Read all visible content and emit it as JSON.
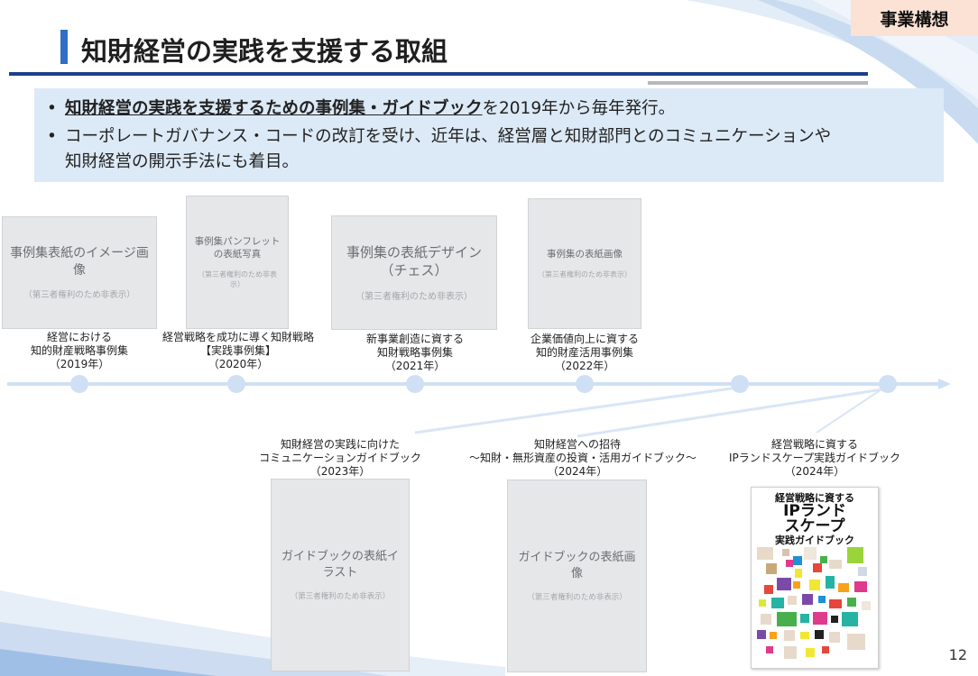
{
  "corner_tag": "事業構想",
  "page_title": "知財経営の実践を支援する取組",
  "bullets": {
    "b1_strong": "知財経営の実践を支援するための事例集・ガイドブック",
    "b1_rest": "を2019年から毎年発行。",
    "b2_line1": "コーポレートガバナンス・コードの改訂を受け、近年は、経営層と知財部門とのコミュニケーションや",
    "b2_line2": "知財経営の開示手法にも着目。"
  },
  "placeholders": {
    "p2019": {
      "main": "事例集表紙のイメージ画像",
      "note": "（第三者権利のため非表示）"
    },
    "p2020": {
      "main": "事例集パンフレットの表紙写真",
      "note": "（第三者権利のため非表示）"
    },
    "p2021": {
      "main": "事例集の表紙デザイン（チェス）",
      "note": "（第三者権利のため非表示）"
    },
    "p2022": {
      "main": "事例集の表紙画像",
      "note": "（第三者権利のため非表示）"
    },
    "p2023": {
      "main": "ガイドブックの表紙イラスト",
      "note": "（第三者権利のため非表示）"
    },
    "p2024a": {
      "main": "ガイドブックの表紙画像",
      "note": "（第三者権利のため非表示）"
    }
  },
  "captions": {
    "c2019": {
      "l1": "経営における",
      "l2": "知的財産戦略事例集",
      "l3": "（2019年）"
    },
    "c2020": {
      "l1": "経営戦略を成功に導く知財戦略",
      "l2": "【実践事例集】",
      "l3": "（2020年）"
    },
    "c2021": {
      "l1": "新事業創造に資する",
      "l2": "知財戦略事例集",
      "l3": "（2021年）"
    },
    "c2022": {
      "l1": "企業価値向上に資する",
      "l2": "知的財産活用事例集",
      "l3": "（2022年）"
    },
    "c2023": {
      "l1": "知財経営の実践に向けた",
      "l2": "コミュニケーションガイドブック",
      "l3": "（2023年）"
    },
    "c2024a": {
      "l1": "知財経営への招待",
      "l2": "～知財・無形資産の投資・活用ガイドブック～",
      "l3": "（2024年）"
    },
    "c2024b": {
      "l1": "経営戦略に資する",
      "l2": "IPランドスケープ実践ガイドブック",
      "l3": "（2024年）"
    }
  },
  "cover": {
    "l1": "経営戦略に資する",
    "l2": "IPランド",
    "l3": "スケープ",
    "l4": "実践ガイドブック"
  },
  "page_number": "12",
  "colors": {
    "title_accent": "#2f6fc7",
    "rule_navy": "#1f3f8a",
    "bullet_bg": "#dce9f6",
    "corner_tag_bg": "#fbe2d4",
    "timeline": "#cfe0f4"
  }
}
